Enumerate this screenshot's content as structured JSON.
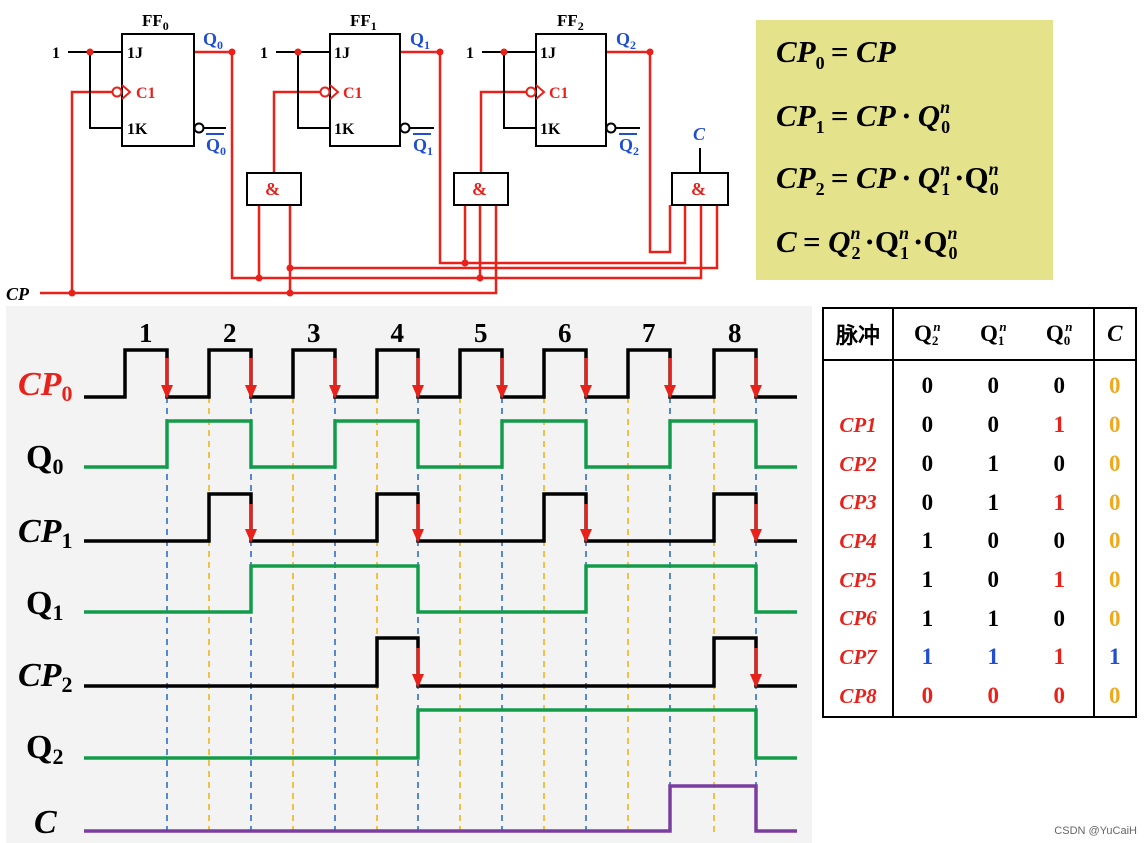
{
  "circuit": {
    "ff_titles": [
      {
        "base": "FF",
        "sub": "0"
      },
      {
        "base": "FF",
        "sub": "1"
      },
      {
        "base": "FF",
        "sub": "2"
      }
    ],
    "pin_j": "1J",
    "pin_c": "C1",
    "pin_k": "1K",
    "q_labels": [
      {
        "base": "Q",
        "sub": "0"
      },
      {
        "base": "Q",
        "sub": "1"
      },
      {
        "base": "Q",
        "sub": "2"
      }
    ],
    "qbar_labels": [
      {
        "base": "Q",
        "sub": "0"
      },
      {
        "base": "Q",
        "sub": "1"
      },
      {
        "base": "Q",
        "sub": "2"
      }
    ],
    "input_one": "1",
    "and_label": "&",
    "cp_label": "CP",
    "c_label": "C"
  },
  "equations": [
    {
      "lhs": "CP",
      "lhs_sub": "0",
      "rhs": "= CP"
    },
    {
      "lhs": "CP",
      "lhs_sub": "1",
      "rhs": "= CP · Q",
      "terms": [
        {
          "sub": "0",
          "sup": "n"
        }
      ]
    },
    {
      "lhs": "CP",
      "lhs_sub": "2",
      "rhs": "= CP · Q",
      "terms": [
        {
          "sub": "1",
          "sup": "n"
        },
        {
          "sub": "0",
          "sup": "n"
        }
      ]
    },
    {
      "lhs": "C",
      "lhs_sub": "",
      "rhs": "= Q",
      "terms": [
        {
          "sub": "2",
          "sup": "n"
        },
        {
          "sub": "1",
          "sup": "n"
        },
        {
          "sub": "0",
          "sup": "n"
        }
      ]
    }
  ],
  "waveforms": {
    "pulse_numbers": [
      "1",
      "2",
      "3",
      "4",
      "5",
      "6",
      "7",
      "8"
    ],
    "signals": [
      {
        "base": "CP",
        "sub": "0",
        "color": "#e8211b",
        "italic": true
      },
      {
        "base": "Q",
        "sub": "0",
        "color": "#000000",
        "italic": false
      },
      {
        "base": "CP",
        "sub": "1",
        "color": "#000000",
        "italic": true
      },
      {
        "base": "Q",
        "sub": "1",
        "color": "#000000",
        "italic": false
      },
      {
        "base": "CP",
        "sub": "2",
        "color": "#000000",
        "italic": true
      },
      {
        "base": "Q",
        "sub": "2",
        "color": "#000000",
        "italic": false
      },
      {
        "base": "C",
        "sub": "",
        "color": "#000000",
        "italic": true
      }
    ],
    "colors": {
      "clock": "#000000",
      "q": "#129c4a",
      "carry": "#7a3ea0",
      "arrow": "#e8211b",
      "fall_guide": "#2a6fc9",
      "rise_guide": "#f0b51c"
    }
  },
  "truth_table": {
    "headers": [
      "脉冲",
      "Q",
      "Q",
      "Q",
      "C"
    ],
    "header_subs": [
      "",
      "2",
      "1",
      "0",
      ""
    ],
    "header_sups": [
      "",
      "n",
      "n",
      "n",
      ""
    ],
    "rows": [
      {
        "pulse": "",
        "q2": "0",
        "q1": "0",
        "q0": "0",
        "c": "0"
      },
      {
        "pulse": "CP1",
        "q2": "0",
        "q1": "0",
        "q0": "1",
        "c": "0"
      },
      {
        "pulse": "CP2",
        "q2": "0",
        "q1": "1",
        "q0": "0",
        "c": "0"
      },
      {
        "pulse": "CP3",
        "q2": "0",
        "q1": "1",
        "q0": "1",
        "c": "0"
      },
      {
        "pulse": "CP4",
        "q2": "1",
        "q1": "0",
        "q0": "0",
        "c": "0"
      },
      {
        "pulse": "CP5",
        "q2": "1",
        "q1": "0",
        "q0": "1",
        "c": "0"
      },
      {
        "pulse": "CP6",
        "q2": "1",
        "q1": "1",
        "q0": "0",
        "c": "0"
      },
      {
        "pulse": "CP7",
        "q2": "1",
        "q1": "1",
        "q0": "1",
        "c": "1"
      },
      {
        "pulse": "CP8",
        "q2": "0",
        "q1": "0",
        "q0": "0",
        "c": "0"
      }
    ],
    "colors": {
      "pulse": "#e8211b",
      "black": "#000000",
      "red": "#e8211b",
      "orange": "#f0a81c",
      "blue": "#1f4fd0"
    }
  },
  "watermark": "CSDN @YuCaiH"
}
